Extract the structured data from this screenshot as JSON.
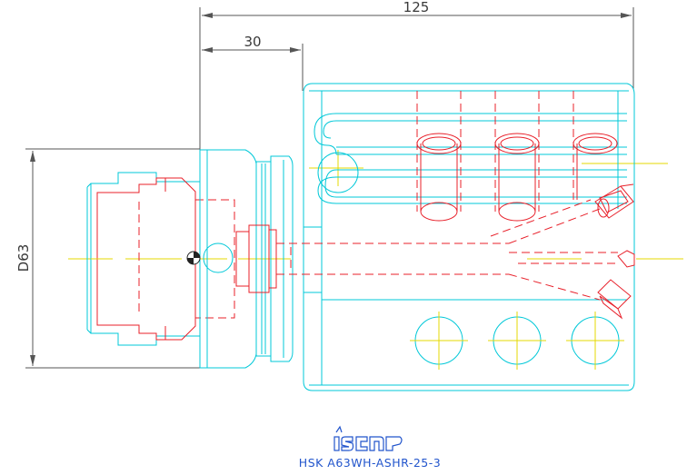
{
  "dimensions": {
    "overall_length": "125",
    "flange_length": "30",
    "diameter": "D63"
  },
  "brand": {
    "logo": "iscar"
  },
  "part": {
    "designation": "HSK A63WH-ASHR-25-3"
  }
}
